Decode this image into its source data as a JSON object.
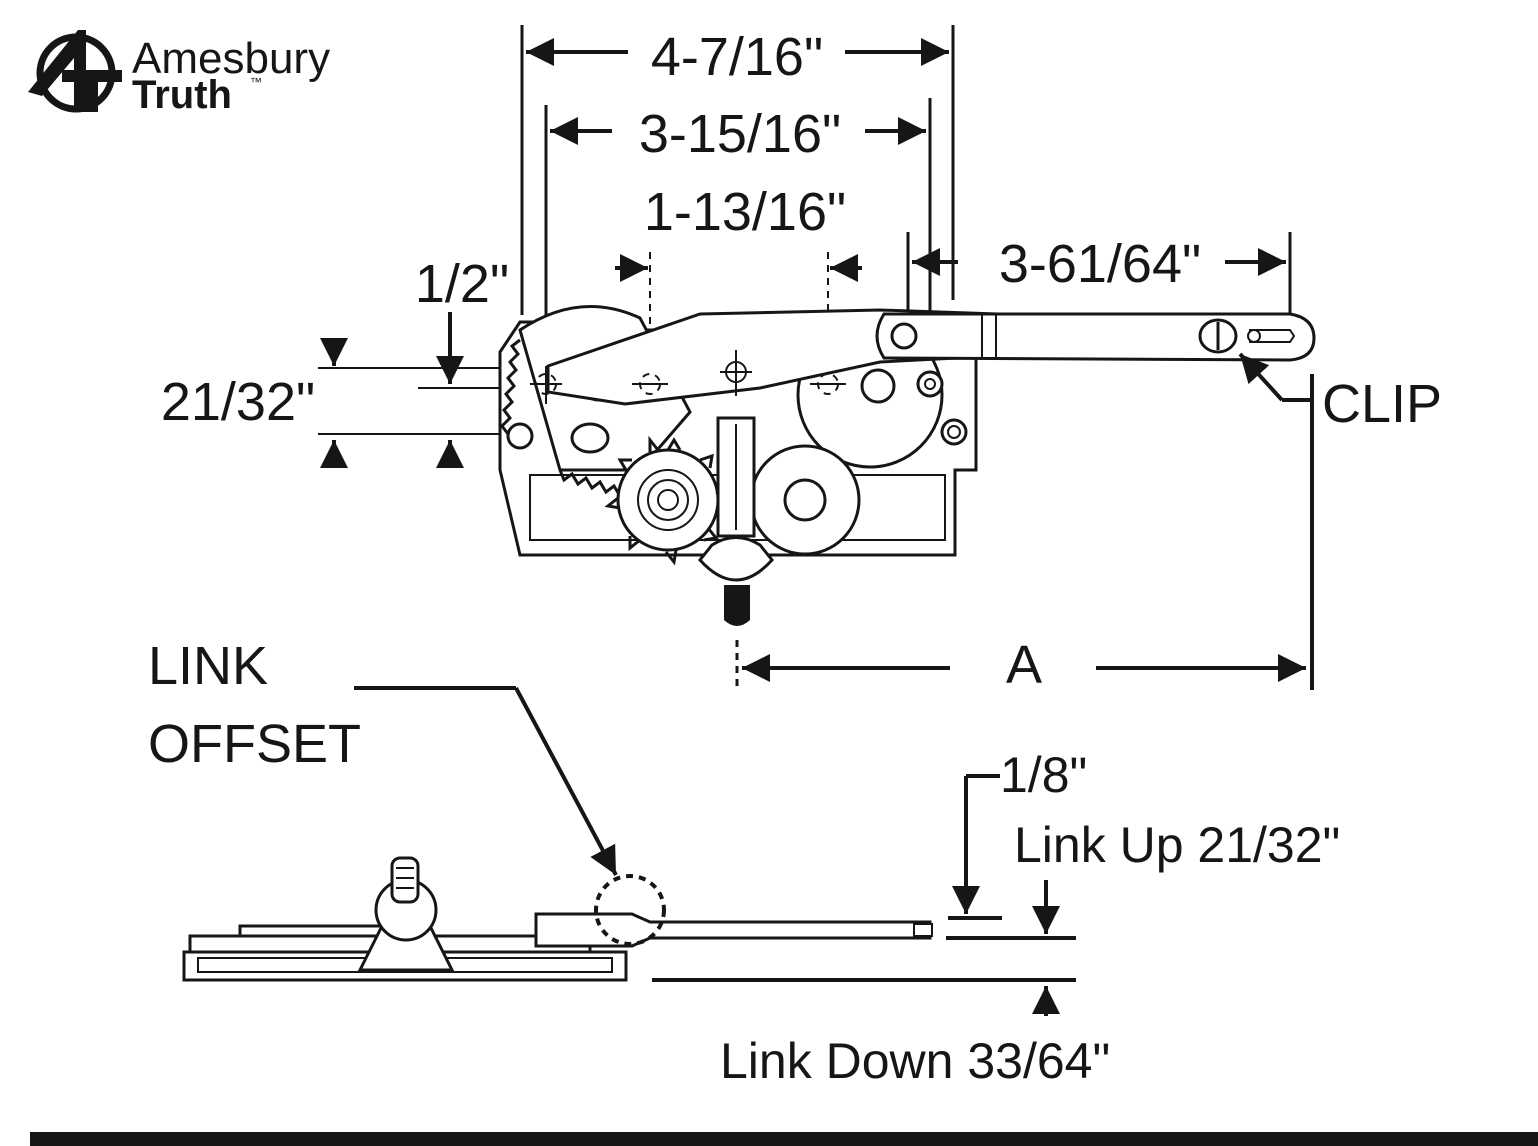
{
  "brand": {
    "line1": "Amesbury",
    "line2": "Truth",
    "trademark": "™"
  },
  "dimensions": {
    "d_4_7_16": "4-7/16\"",
    "d_3_15_16": "3-15/16\"",
    "d_1_13_16": "1-13/16\"",
    "d_3_61_64": "3-61/64\"",
    "d_1_2": "1/2\"",
    "d_21_32": "21/32\"",
    "d_a": "A",
    "d_1_8": "1/8\""
  },
  "labels": {
    "clip": "CLIP",
    "link_line1": "LINK",
    "link_line2": "OFFSET",
    "link_up": "Link Up 21/32\"",
    "link_down": "Link Down 33/64\""
  }
}
